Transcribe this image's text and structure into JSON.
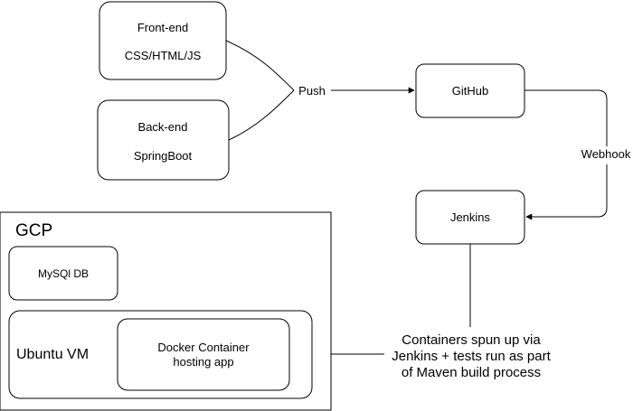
{
  "nodes": {
    "frontend": {
      "line1": "Front-end",
      "line2": "CSS/HTML/JS"
    },
    "backend": {
      "line1": "Back-end",
      "line2": "SpringBoot"
    },
    "github": {
      "label": "GitHub"
    },
    "jenkins": {
      "label": "Jenkins"
    },
    "gcp": {
      "label": "GCP"
    },
    "mysql": {
      "label": "MySQl DB"
    },
    "ubuntu": {
      "label": "Ubuntu VM"
    },
    "docker": {
      "line1": "Docker Container",
      "line2": "hosting app"
    }
  },
  "edges": {
    "push": {
      "label": "Push"
    },
    "webhook": {
      "label": "Webhook"
    },
    "deploy": {
      "line1": "Containers spun up via",
      "line2": "Jenkins + tests run as part",
      "line3": "of Maven build process"
    }
  },
  "colors": {
    "stroke": "#000000",
    "fill": "#ffffff"
  }
}
